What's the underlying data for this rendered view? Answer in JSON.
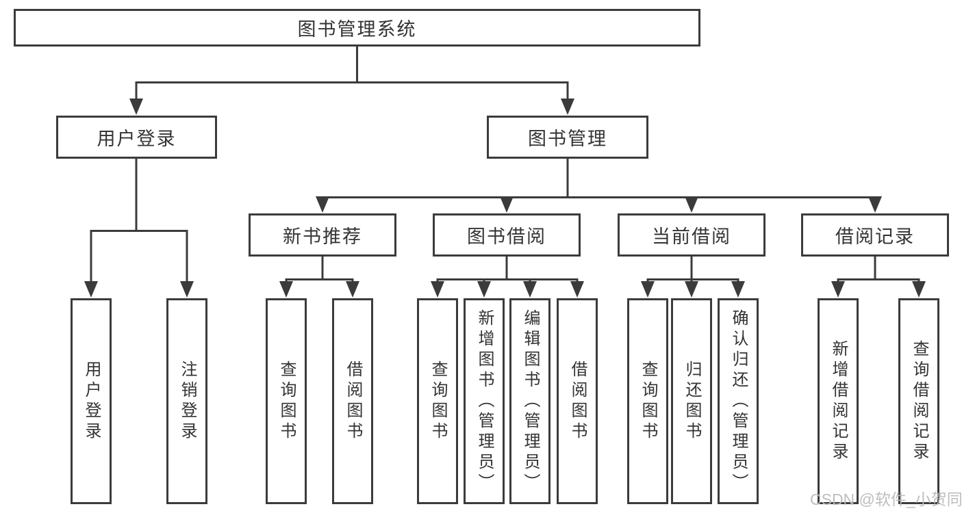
{
  "colors": {
    "line": "#3b3b3b",
    "text": "#333333",
    "box_background": "#ffffff",
    "watermark": "#bababa"
  },
  "diagram": {
    "root": {
      "label": "图书管理系统"
    },
    "branches": [
      {
        "label": "用户登录",
        "children": [
          {
            "label": "用户登录"
          },
          {
            "label": "注销登录"
          }
        ]
      },
      {
        "label": "图书管理",
        "children": [
          {
            "label": "新书推荐",
            "children": [
              {
                "label": "查询图书"
              },
              {
                "label": "借阅图书"
              }
            ]
          },
          {
            "label": "图书借阅",
            "children": [
              {
                "label": "查询图书"
              },
              {
                "label": "新增图书（管理员）"
              },
              {
                "label": "编辑图书（管理员）"
              },
              {
                "label": "借阅图书"
              }
            ]
          },
          {
            "label": "当前借阅",
            "children": [
              {
                "label": "查询图书"
              },
              {
                "label": "归还图书"
              },
              {
                "label": "确认归还（管理员）"
              }
            ]
          },
          {
            "label": "借阅记录",
            "children": [
              {
                "label": "新增借阅记录"
              },
              {
                "label": "查询借阅记录"
              }
            ]
          }
        ]
      }
    ]
  },
  "watermark": {
    "text": "CSDN @软件_小贺同学"
  }
}
